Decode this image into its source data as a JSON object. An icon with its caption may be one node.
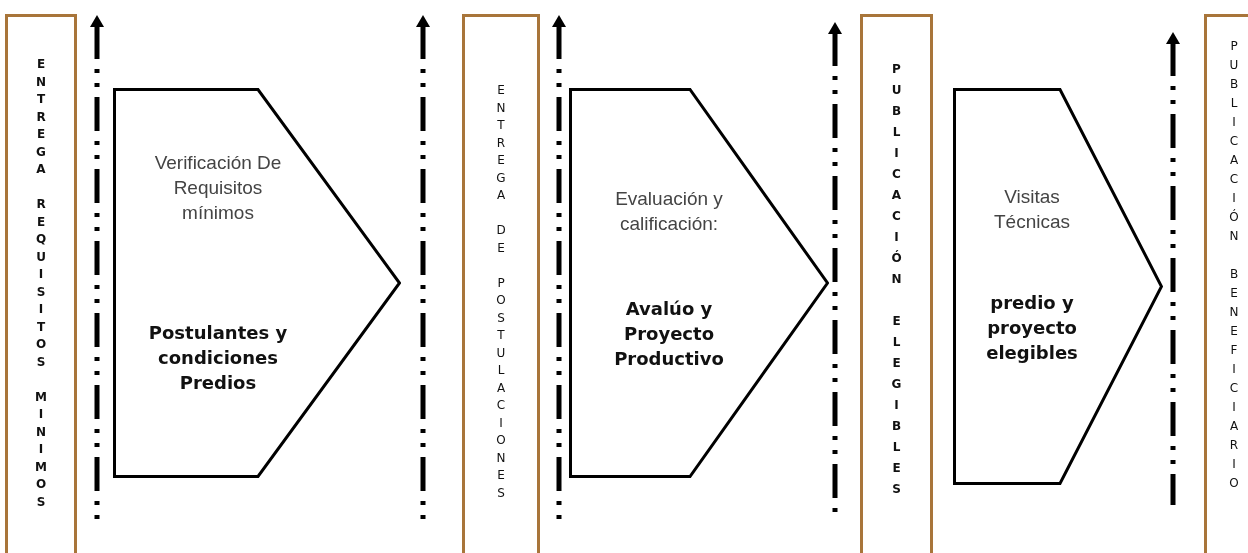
{
  "diagram": {
    "nodes": [
      {
        "text": [
          "ENTREGA REQUISITOS MINIMOS"
        ]
      },
      {
        "text": [
          "Verificación De Requisitos mínimos",
          "Postulantes y condiciones Predios"
        ]
      },
      {
        "text": [
          "ENTREGA DE POSTULACIONES"
        ]
      },
      {
        "text": [
          "Evaluación y calificación:",
          "Avalúo y Proyecto Productivo"
        ]
      },
      {
        "text": [
          "PUBLICACIÓN ELEGIBLES"
        ]
      },
      {
        "text": [
          "Visitas Técnicas",
          "predio y proyecto elegibles"
        ]
      },
      {
        "text": [
          "PUBLICACIÓN BENEFICIARIO"
        ]
      }
    ]
  }
}
